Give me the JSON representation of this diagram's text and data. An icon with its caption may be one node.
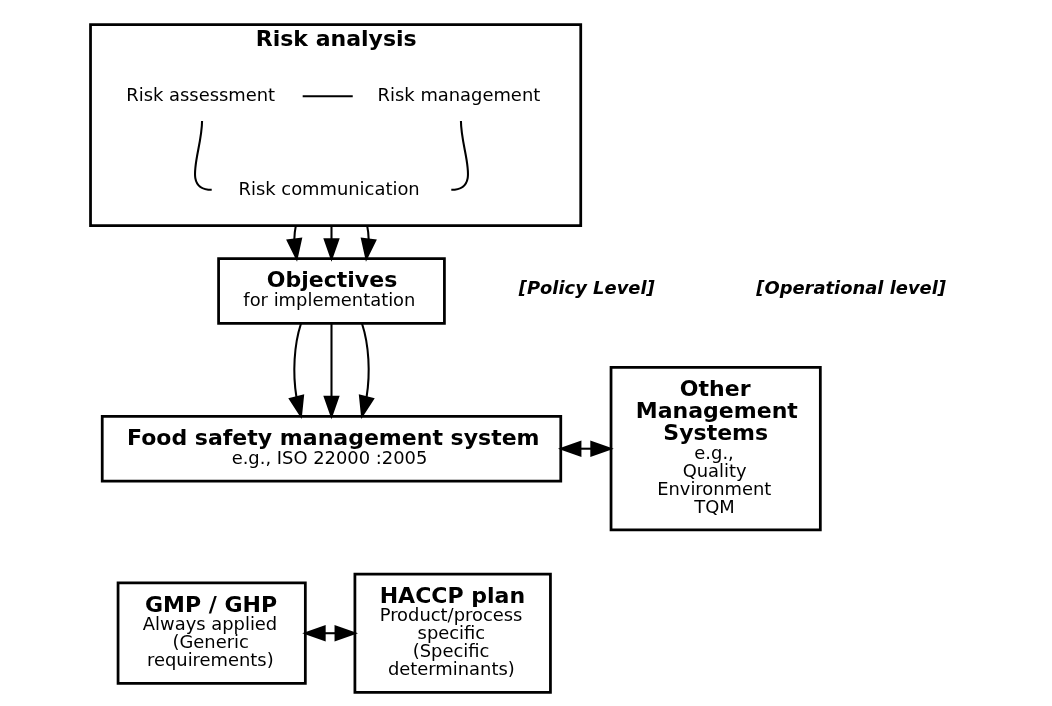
{
  "diagram": {
    "nodes": [
      {
        "text": [
          "Risk analysis"
        ]
      },
      {
        "text": [
          "Risk assessment"
        ],
        "in": 0
      },
      {
        "text": [
          "Risk management"
        ],
        "in": 0
      },
      {
        "text": [
          "Risk communication"
        ],
        "in": 0
      },
      {
        "text": [
          "Objectives",
          "for implementation"
        ]
      },
      {
        "text": [
          "Food safety management system",
          "e.g., ISO 22000 :2005"
        ]
      },
      {
        "text": [
          "GMP / GHP",
          "Always applied (Generic requirements)"
        ]
      },
      {
        "text": [
          "HACCP plan",
          "Product/process specific (Specific determinants)"
        ]
      },
      {
        "text": [
          "Other Management Systems",
          "e.g., Quality Environment TQM"
        ]
      }
    ],
    "edges": [
      {
        "from": 1,
        "to": 2,
        "arrow": "none"
      },
      {
        "from": 1,
        "to": 3,
        "arrow": "none"
      },
      {
        "from": 2,
        "to": 3,
        "arrow": "none"
      },
      {
        "from": 0,
        "to": 4,
        "arrow": "to"
      },
      {
        "from": 0,
        "to": 4,
        "arrow": "to"
      },
      {
        "from": 0,
        "to": 4,
        "arrow": "to"
      },
      {
        "from": 4,
        "to": 5,
        "arrow": "to"
      },
      {
        "from": 4,
        "to": 5,
        "arrow": "to"
      },
      {
        "from": 4,
        "to": 5,
        "arrow": "to"
      },
      {
        "from": 5,
        "to": 8,
        "arrow": "both"
      },
      {
        "from": 6,
        "to": 7,
        "arrow": "both"
      }
    ],
    "labels": [
      "[Policy Level]",
      "[Operational level]"
    ]
  }
}
